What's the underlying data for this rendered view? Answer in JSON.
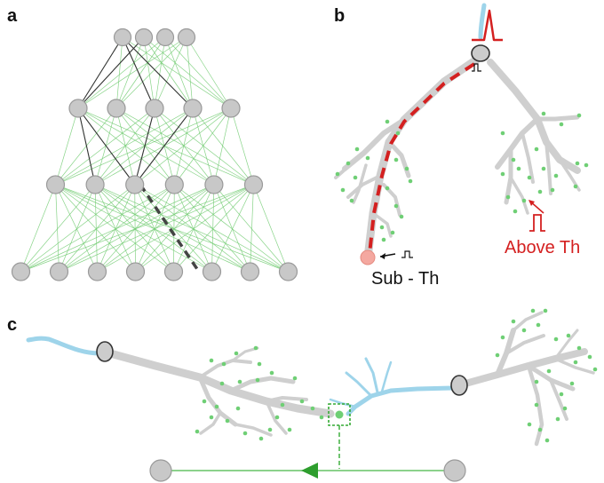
{
  "panels": {
    "a": {
      "label": "a"
    },
    "b": {
      "label": "b",
      "sub_threshold_label": "Sub - Th",
      "above_threshold_label": "Above Th"
    },
    "c": {
      "label": "c"
    }
  },
  "network": {
    "layer_sizes": [
      4,
      5,
      6,
      8
    ]
  },
  "colors": {
    "node_fill": "#c8c8c8",
    "green_connection": "#73cc73",
    "highlight_path": "#333333",
    "dendrite": "#cfcfcf",
    "axon": "#9ed4ea",
    "spike_red": "#d42020",
    "synapse_green": "#33aa33"
  }
}
